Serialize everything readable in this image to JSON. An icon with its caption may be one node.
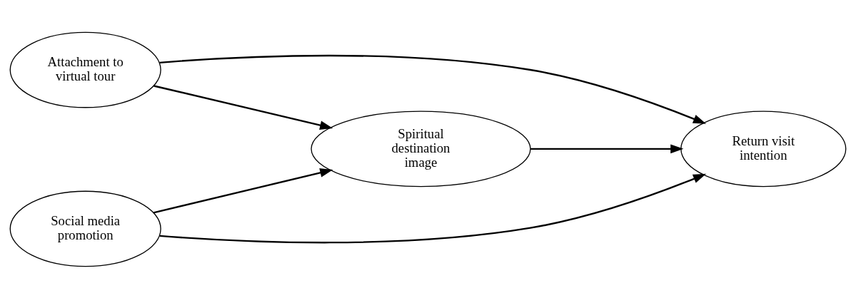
{
  "diagram": {
    "nodes": [
      {
        "text": [
          "Attachment to virtual tour"
        ]
      },
      {
        "text": [
          "Social media promotion"
        ]
      },
      {
        "text": [
          "Spiritual destination image"
        ]
      },
      {
        "text": [
          "Return visit intention"
        ]
      }
    ],
    "edges": [
      {
        "from": 0,
        "to": 3,
        "arrow": "to"
      },
      {
        "from": 0,
        "to": 2,
        "arrow": "to"
      },
      {
        "from": 1,
        "to": 2,
        "arrow": "to"
      },
      {
        "from": 1,
        "to": 3,
        "arrow": "to"
      },
      {
        "from": 2,
        "to": 3,
        "arrow": "to"
      }
    ]
  }
}
